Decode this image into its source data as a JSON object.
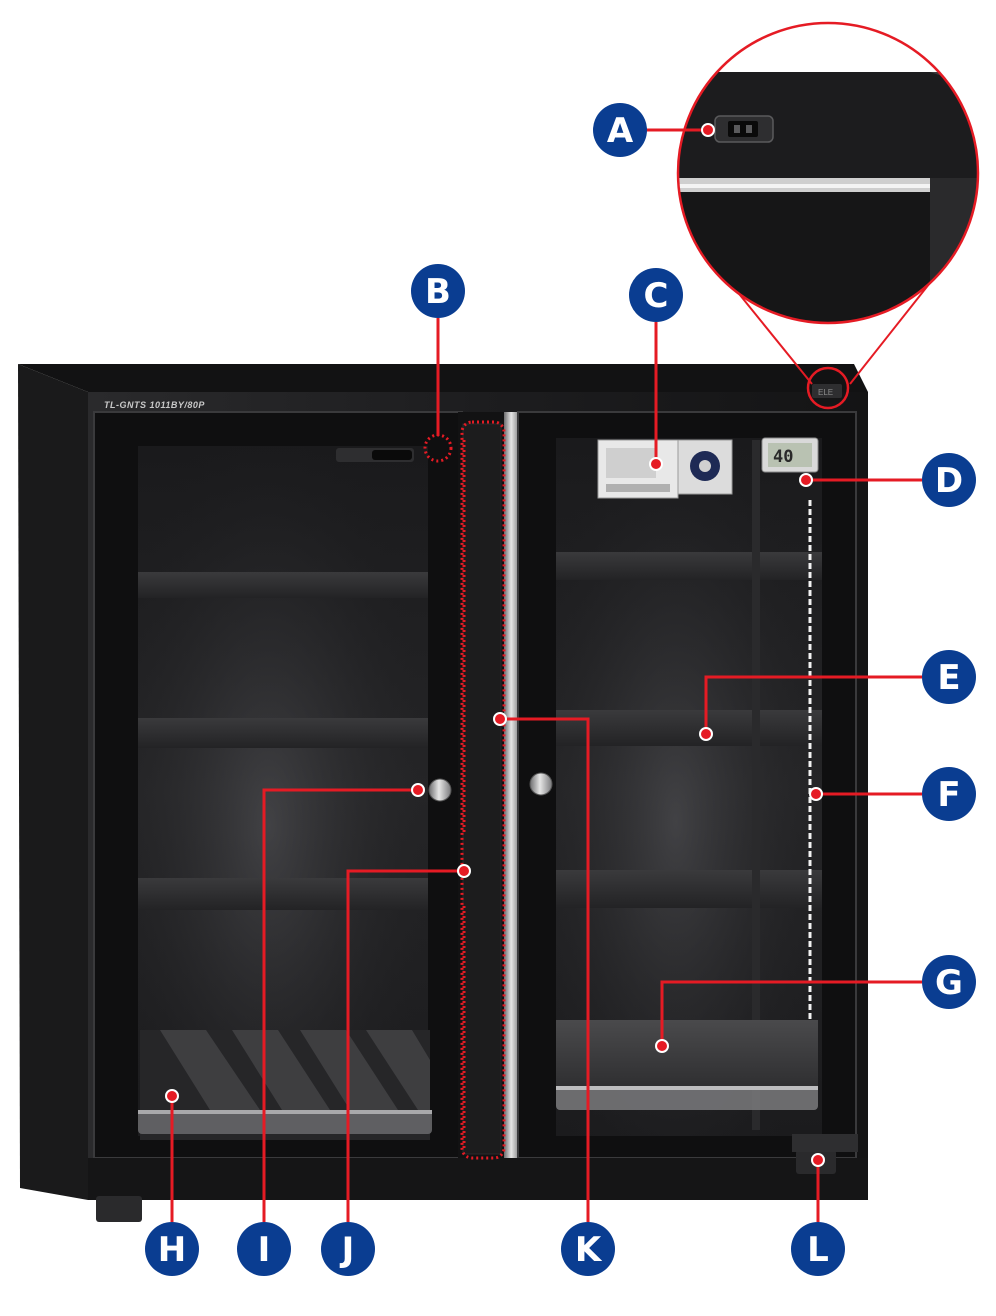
{
  "product": {
    "brand_label": "TL-GNTS 1011BY/80P",
    "small_plate_text": "ELE",
    "hygrometer_reading": "40"
  },
  "callouts": [
    {
      "letter": "A"
    },
    {
      "letter": "B"
    },
    {
      "letter": "C"
    },
    {
      "letter": "D"
    },
    {
      "letter": "E"
    },
    {
      "letter": "F"
    },
    {
      "letter": "G"
    },
    {
      "letter": "H"
    },
    {
      "letter": "I"
    },
    {
      "letter": "J"
    },
    {
      "letter": "K"
    },
    {
      "letter": "L"
    }
  ],
  "colors": {
    "badge_fill": "#0a3d91",
    "leader_line": "#e51b24",
    "cabinet_body": "#1c1c1e",
    "cabinet_dark": "#0f0f10",
    "shelf": "#2c2c2e",
    "chrome": "#b8b8b8",
    "led_strip": "#f2f2f2"
  }
}
